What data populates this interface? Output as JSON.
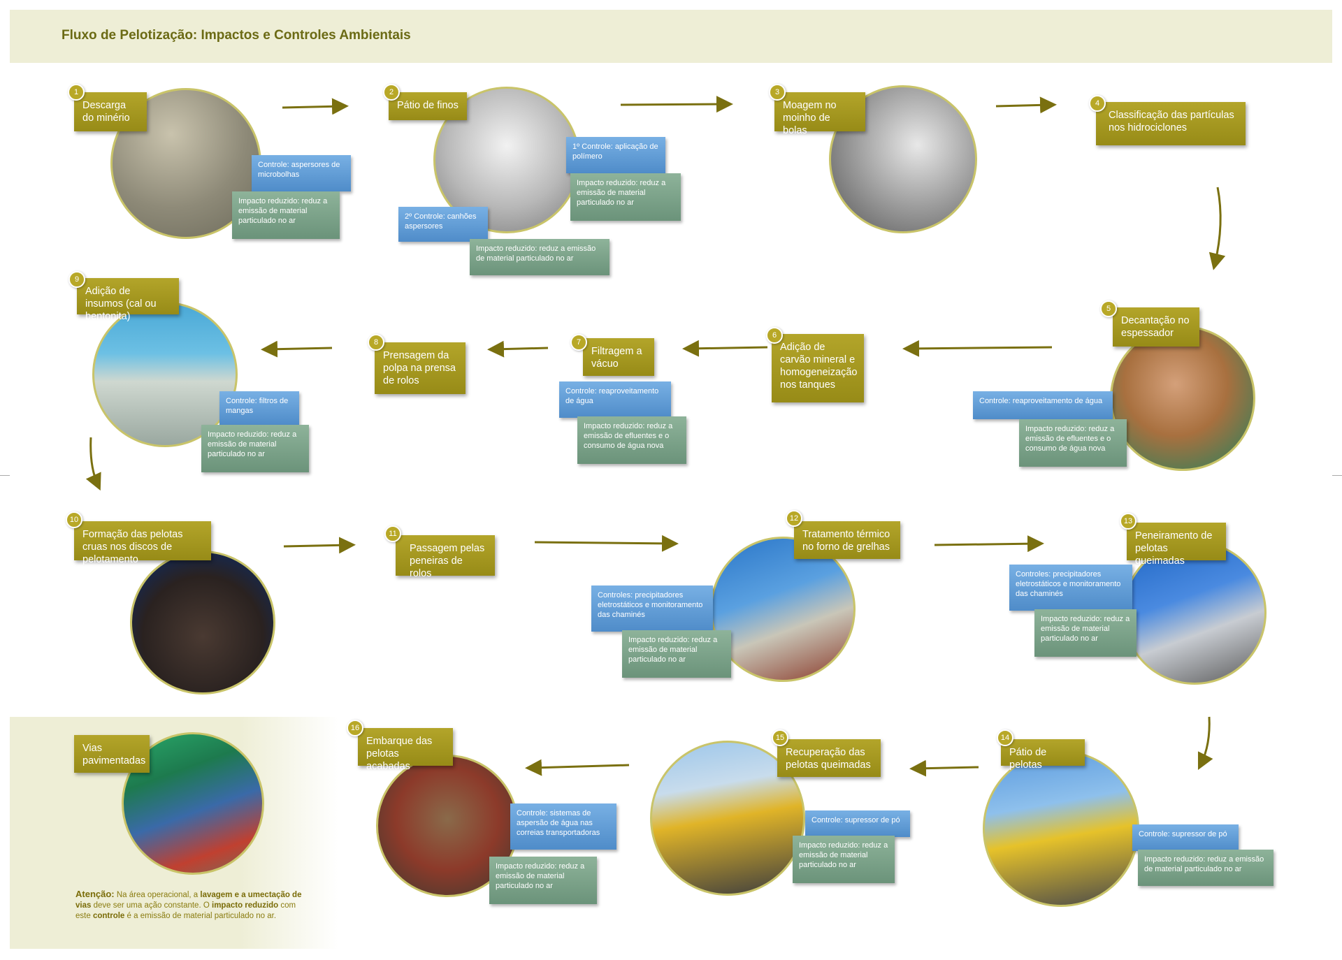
{
  "title": "Fluxo de Pelotização: Impactos e Controles Ambientais",
  "steps": [
    {
      "num": "1",
      "label": "Descarga do minério"
    },
    {
      "num": "2",
      "label": "Pátio de finos"
    },
    {
      "num": "3",
      "label": "Moagem no moinho de bolas"
    },
    {
      "num": "4",
      "label": "Classificação das partículas nos hidrociclones"
    },
    {
      "num": "5",
      "label": "Decantação no espessador"
    },
    {
      "num": "6",
      "label": "Adição de carvão mineral e homogeneização nos tanques"
    },
    {
      "num": "7",
      "label": "Filtragem a vácuo"
    },
    {
      "num": "8",
      "label": "Prensagem da polpa na prensa de rolos"
    },
    {
      "num": "9",
      "label": "Adição de insumos (cal ou bentonita)"
    },
    {
      "num": "10",
      "label": "Formação das pelotas cruas nos discos de pelotamento"
    },
    {
      "num": "11",
      "label": "Passagem pelas peneiras de rolos"
    },
    {
      "num": "12",
      "label": "Tratamento térmico no forno de grelhas"
    },
    {
      "num": "13",
      "label": "Peneiramento de pelotas queimadas"
    },
    {
      "num": "14",
      "label": "Pátio de pelotas"
    },
    {
      "num": "15",
      "label": "Recuperação das pelotas queimadas"
    },
    {
      "num": "16",
      "label": "Embarque das pelotas acabadas"
    }
  ],
  "controls": {
    "c1": "Controle: aspersores de microbolhas",
    "i1": "Impacto reduzido: reduz a emissão de material particulado no ar",
    "c2a": "1º Controle: aplicação de polímero",
    "i2a": "Impacto reduzido: reduz a emissão de material particulado no ar",
    "c2b": "2º Controle: canhões aspersores",
    "i2b": "Impacto reduzido: reduz a emissão de material particulado no ar",
    "c5": "Controle: reaproveitamento de água",
    "i5": "Impacto reduzido: reduz a emissão de efluentes e o consumo de água nova",
    "c7": "Controle: reaproveitamento de água",
    "i7": "Impacto reduzido: reduz a emissão de efluentes e o consumo de água nova",
    "c9": "Controle: filtros de mangas",
    "i9": "Impacto reduzido: reduz a emissão de material particulado no ar",
    "c12": "Controles: precipitadores eletrostáticos e monitoramento das chaminés",
    "i12": "Impacto reduzido: reduz a emissão de material particulado no ar",
    "c13": "Controles: precipitadores eletrostáticos e monitoramento das chaminés",
    "i13": "Impacto reduzido: reduz a emissão de material particulado no ar",
    "c14": "Controle: supressor de pó",
    "i14": "Impacto reduzido: reduz a emissão de material particulado no ar",
    "c15": "Controle: supressor de pó",
    "i15": "Impacto reduzido: reduz a emissão de material particulado no ar",
    "c16": "Controle: sistemas de aspersão de água nas correias transportadoras",
    "i16": "Impacto reduzido: reduz a emissão de material particulado no ar"
  },
  "vias": {
    "label": "Vias pavimentadas"
  },
  "note": {
    "p1": "Atenção:",
    "p2": " Na área operacional, a ",
    "p3": "lavagem e a umectação de vias",
    "p4": " deve ser uma ação constante. O ",
    "p5": "impacto reduzido",
    "p6": " com este ",
    "p7": "controle",
    "p8": " é a emissão de material particulado no ar."
  },
  "colors": {
    "label": "#a89a1f",
    "control": "#5f9bd5",
    "impact": "#7aa287",
    "arrow": "#7a7010",
    "header": "#eeeed6"
  }
}
